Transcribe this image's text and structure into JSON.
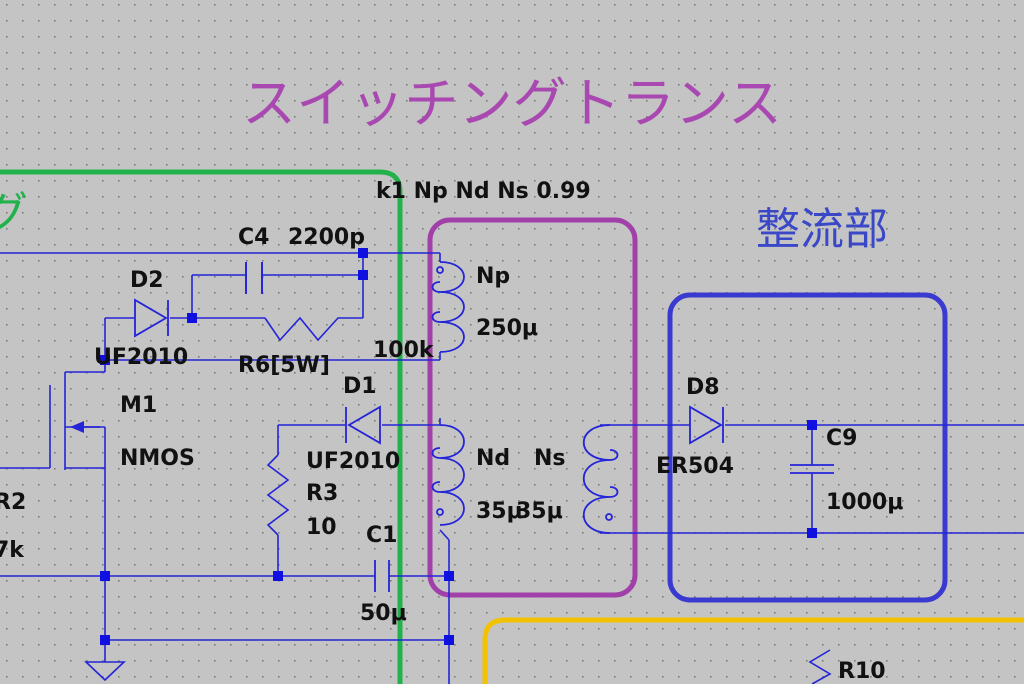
{
  "colors": {
    "background": "#c4c4c4",
    "grid_dot": "#7a7a7a",
    "wire": "#2424d8",
    "junction": "#1010e0",
    "component": "#1a1acc",
    "green_box": "#22b24c",
    "purple_box": "#a040a8",
    "blue_box": "#3a3ad0",
    "yellow_box": "#f2c200",
    "title_text": "#a848b0",
    "green_text": "#22b24c",
    "blue_text": "#3a48c8",
    "label_text": "#111111"
  },
  "headings": {
    "transformer": "スイッチングトランス",
    "rectifier": "整流部",
    "switching_fragment": "グ"
  },
  "coupling": "k1 Np Nd Ns 0.99",
  "labels": {
    "c4_name": "C4",
    "c4_value": "2200p",
    "d2_name": "D2",
    "d2_model": "UF2010",
    "r6_name": "R6[5W]",
    "r6_value": "100k",
    "m1_name": "M1",
    "m1_model": "NMOS",
    "d1_name": "D1",
    "d1_model": "UF2010",
    "r3_name": "R3",
    "r3_value": "10",
    "r2_name": "R2",
    "r2_value": "7k",
    "c1_name": "C1",
    "c1_value": "50μ",
    "np_name": "Np",
    "np_value": "250μ",
    "nd_name": "Nd",
    "nd_value": "35μ",
    "ns_name": "Ns",
    "ns_value": "35μ",
    "d8_name": "D8",
    "d8_model": "ER504",
    "c9_name": "C9",
    "c9_value": "1000μ",
    "r10_name": "R10"
  }
}
